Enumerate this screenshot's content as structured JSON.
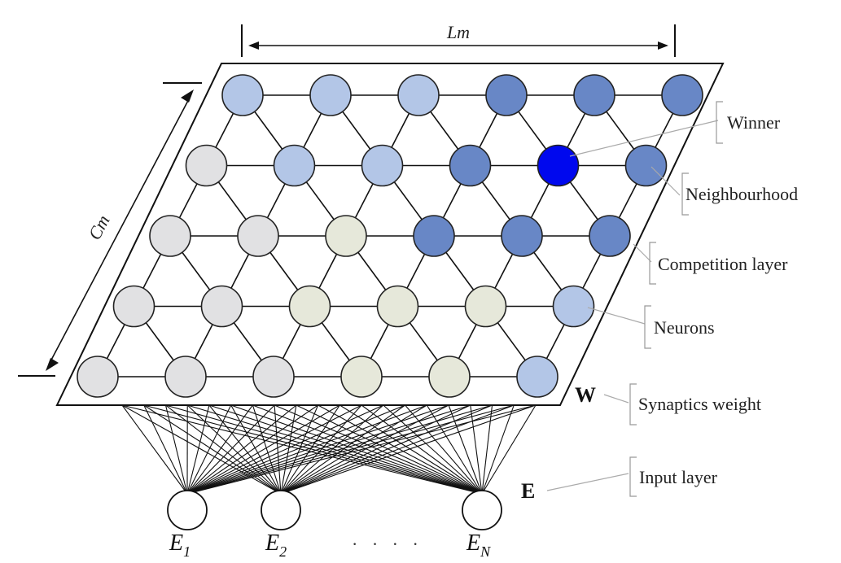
{
  "diagram": {
    "dimensions": {
      "length": "Lm",
      "width": "Cm"
    },
    "labels": {
      "winner": "Winner",
      "neighbourhood": "Neighbourhood",
      "competition_layer": "Competition layer",
      "neurons": "Neurons",
      "synaptic_weight": "Synaptics weight",
      "input_layer": "Input layer"
    },
    "symbols": {
      "weight": "W",
      "input": "E"
    },
    "inputs": [
      {
        "letter": "E",
        "sub": "1"
      },
      {
        "letter": "E",
        "sub": "2"
      },
      {
        "letter": "E",
        "sub": "N"
      }
    ],
    "ellipsis": "· · · ·",
    "colors": {
      "grey": "#e1e1e3",
      "cream": "#e6e8da",
      "light_blue": "#b3c6e7",
      "mid_blue": "#6887c6",
      "winner": "#0008ee",
      "input": "#ffffff"
    },
    "grid": {
      "rows": [
        [
          "light_blue",
          "light_blue",
          "light_blue",
          "mid_blue",
          "mid_blue",
          "mid_blue"
        ],
        [
          "grey",
          "light_blue",
          "light_blue",
          "mid_blue",
          "winner",
          "mid_blue"
        ],
        [
          "grey",
          "grey",
          "cream",
          "mid_blue",
          "mid_blue",
          "mid_blue"
        ],
        [
          "grey",
          "grey",
          "cream",
          "cream",
          "cream",
          "light_blue"
        ],
        [
          "grey",
          "grey",
          "grey",
          "cream",
          "cream",
          "light_blue"
        ]
      ]
    }
  }
}
